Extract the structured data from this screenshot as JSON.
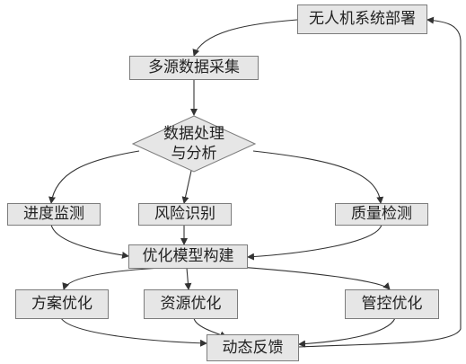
{
  "nodes": {
    "deploy": "无人机系统部署",
    "collect": "多源数据采集",
    "process_line1": "数据处理",
    "process_line2": "与分析",
    "progress": "进度监测",
    "risk": "风险识别",
    "quality": "质量检测",
    "model": "优化模型构建",
    "plan": "方案优化",
    "resource": "资源优化",
    "control": "管控优化",
    "feedback": "动态反馈"
  },
  "colors": {
    "box_fill": "#e6e6e6",
    "box_border": "#7c7c7c",
    "arrow": "#333333",
    "text": "#222222"
  }
}
